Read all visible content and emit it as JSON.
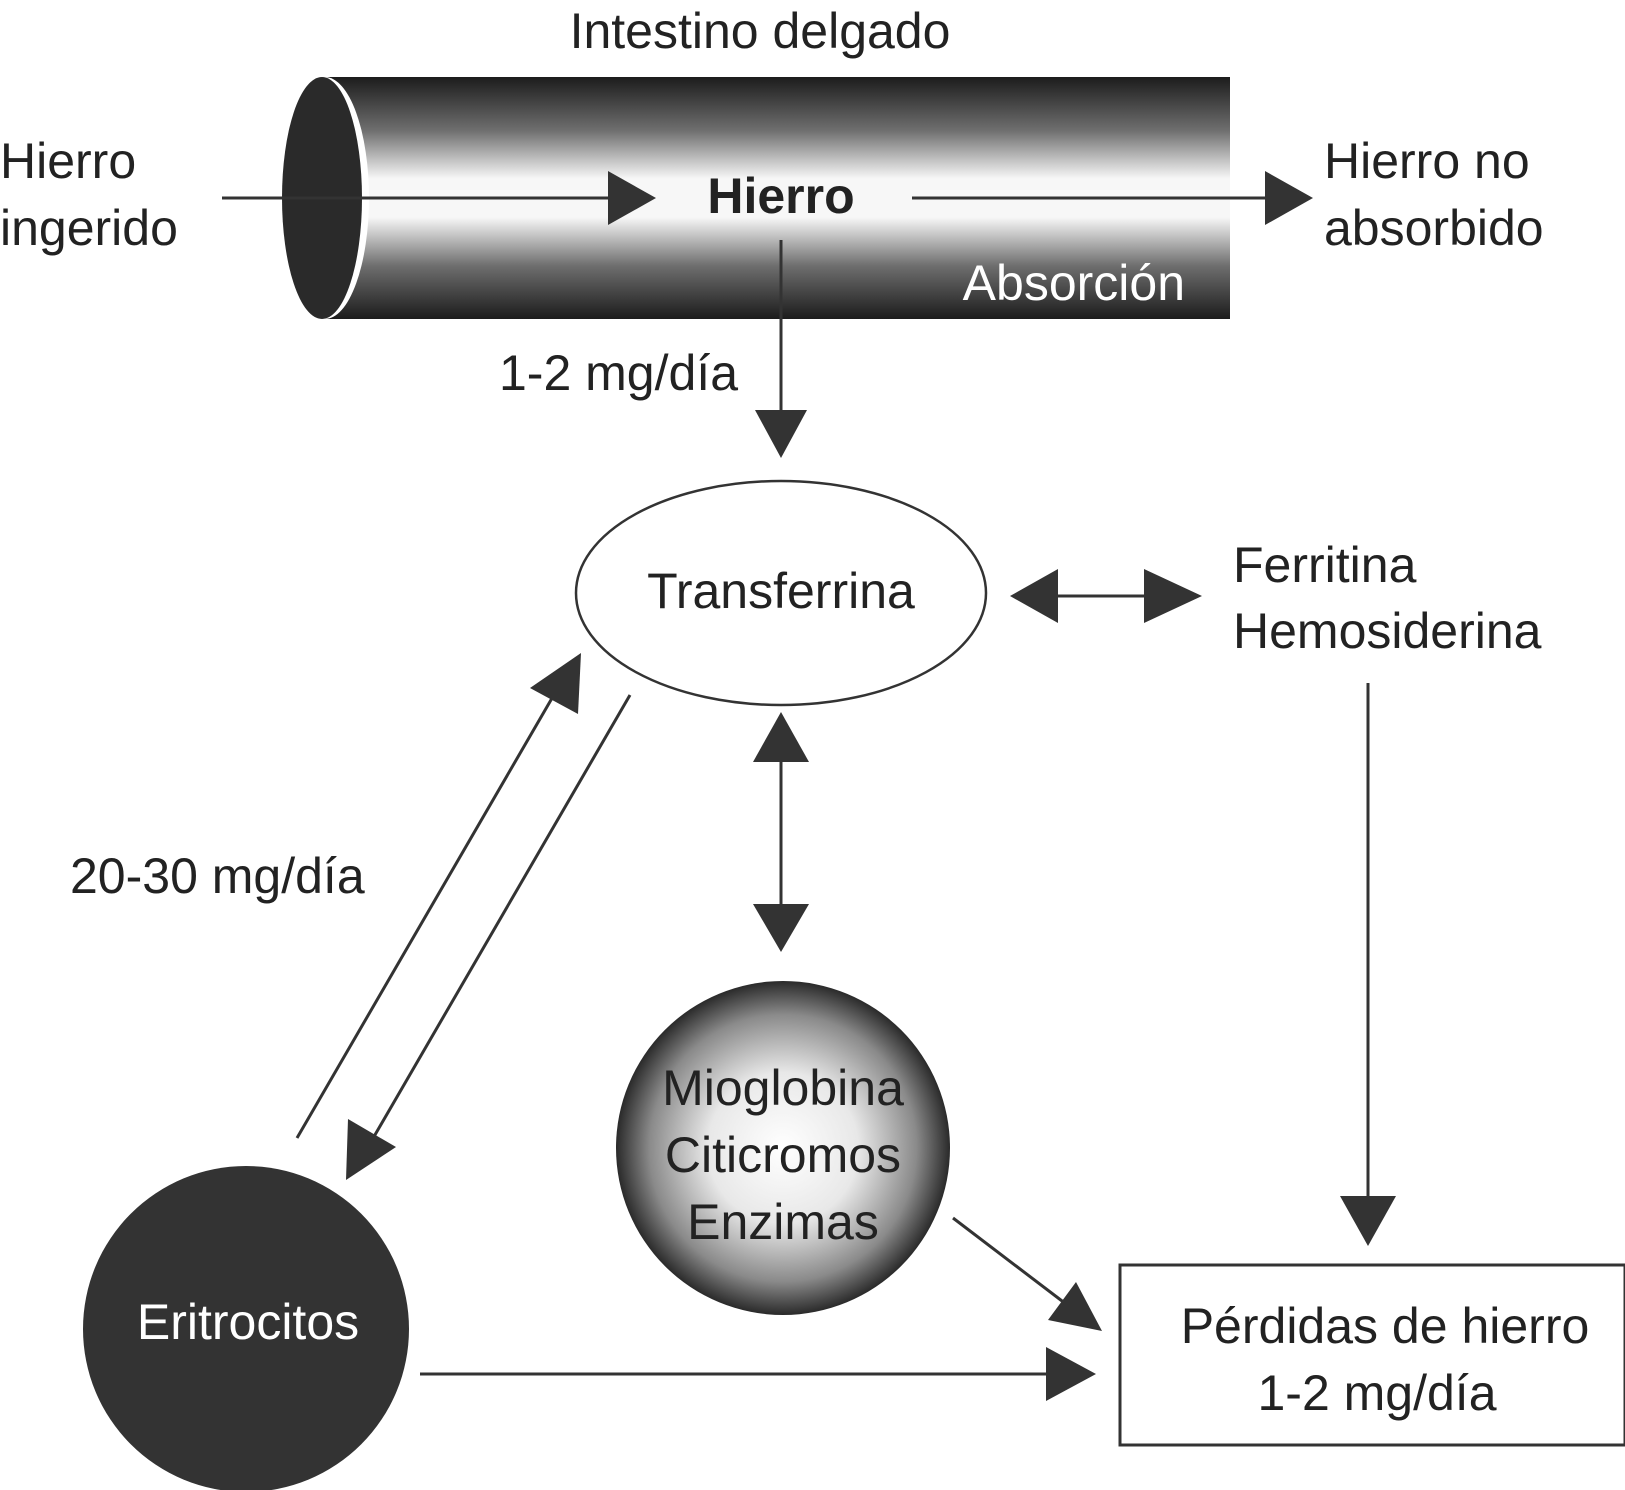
{
  "labels": {
    "intestine_title": "Intestino delgado",
    "ingested_line1": "Hierro",
    "ingested_line2": "ingerido",
    "iron_center": "Hierro",
    "unabsorbed_line1": "Hierro no",
    "unabsorbed_line2": "absorbido",
    "absorption": "Absorción",
    "absorption_rate": "1-2 mg/día",
    "transferrin": "Transferrina",
    "ferritin": "Ferritina",
    "hemosiderin": "Hemosiderina",
    "erythro_rate": "20-30 mg/día",
    "myoglobin": "Mioglobina",
    "cytochromes": "Citicromos",
    "enzymes": "Enzimas",
    "erythrocytes": "Eritrocitos",
    "losses_line1": "Pérdidas de hierro",
    "losses_line2": "1-2 mg/día"
  }
}
